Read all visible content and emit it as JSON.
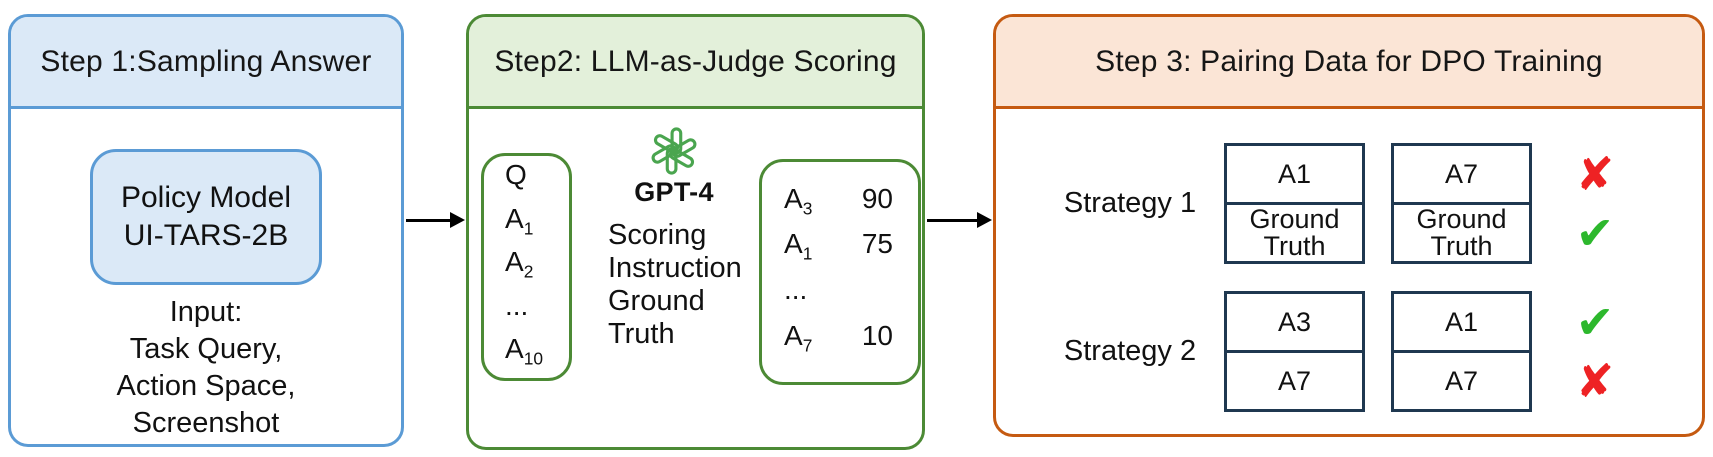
{
  "colors": {
    "step1_border": "#5b9bd5",
    "step1_fill": "#dbe9f7",
    "step2_border": "#4c8a35",
    "step2_fill": "#e3f0da",
    "step3_border": "#c55a11",
    "step3_fill": "#fbe5d6",
    "pair_box_border": "#1f3850",
    "check_green": "#2db82d",
    "cross_red": "#ee2224",
    "gpt_logo_green": "#4aa54f",
    "arrow_black": "#000000"
  },
  "step1": {
    "title": "Step 1:Sampling Answer",
    "policy_box": {
      "line1": "Policy Model",
      "line2": "UI-TARS-2B"
    },
    "input_lines": [
      "Input:",
      "Task Query,",
      "Action Space,",
      "Screenshot"
    ]
  },
  "step2": {
    "title": "Step2: LLM-as-Judge Scoring",
    "qa_box": {
      "items": [
        {
          "base": "Q",
          "sub": ""
        },
        {
          "base": "A",
          "sub": "1"
        },
        {
          "base": "A",
          "sub": "2"
        },
        {
          "base": "...",
          "sub": ""
        },
        {
          "base": "A",
          "sub": "10"
        }
      ]
    },
    "judge": {
      "logo": "openai-logo",
      "model_label": "GPT-4",
      "prompt_lines": [
        "Scoring",
        "Instruction",
        "Ground",
        "Truth"
      ]
    },
    "score_box": {
      "rows": [
        {
          "base": "A",
          "sub": "3",
          "score": "90"
        },
        {
          "base": "A",
          "sub": "1",
          "score": "75"
        },
        {
          "base": "...",
          "sub": "",
          "score": ""
        },
        {
          "base": "A",
          "sub": "7",
          "score": "10"
        }
      ]
    }
  },
  "step3": {
    "title": "Step 3: Pairing Data for DPO Training",
    "strategies": [
      {
        "label": "Strategy 1",
        "pair1": {
          "top": "A1",
          "bottom": "Ground Truth"
        },
        "pair2": {
          "top": "A7",
          "bottom": "Ground Truth"
        },
        "marks": {
          "top": {
            "glyph": "✘",
            "type": "cross"
          },
          "bottom": {
            "glyph": "✔",
            "type": "check"
          }
        }
      },
      {
        "label": "Strategy 2",
        "pair1": {
          "top": "A3",
          "bottom": "A7"
        },
        "pair2": {
          "top": "A1",
          "bottom": "A7"
        },
        "marks": {
          "top": {
            "glyph": "✔",
            "type": "check"
          },
          "bottom": {
            "glyph": "✘",
            "type": "cross"
          }
        }
      }
    ]
  }
}
